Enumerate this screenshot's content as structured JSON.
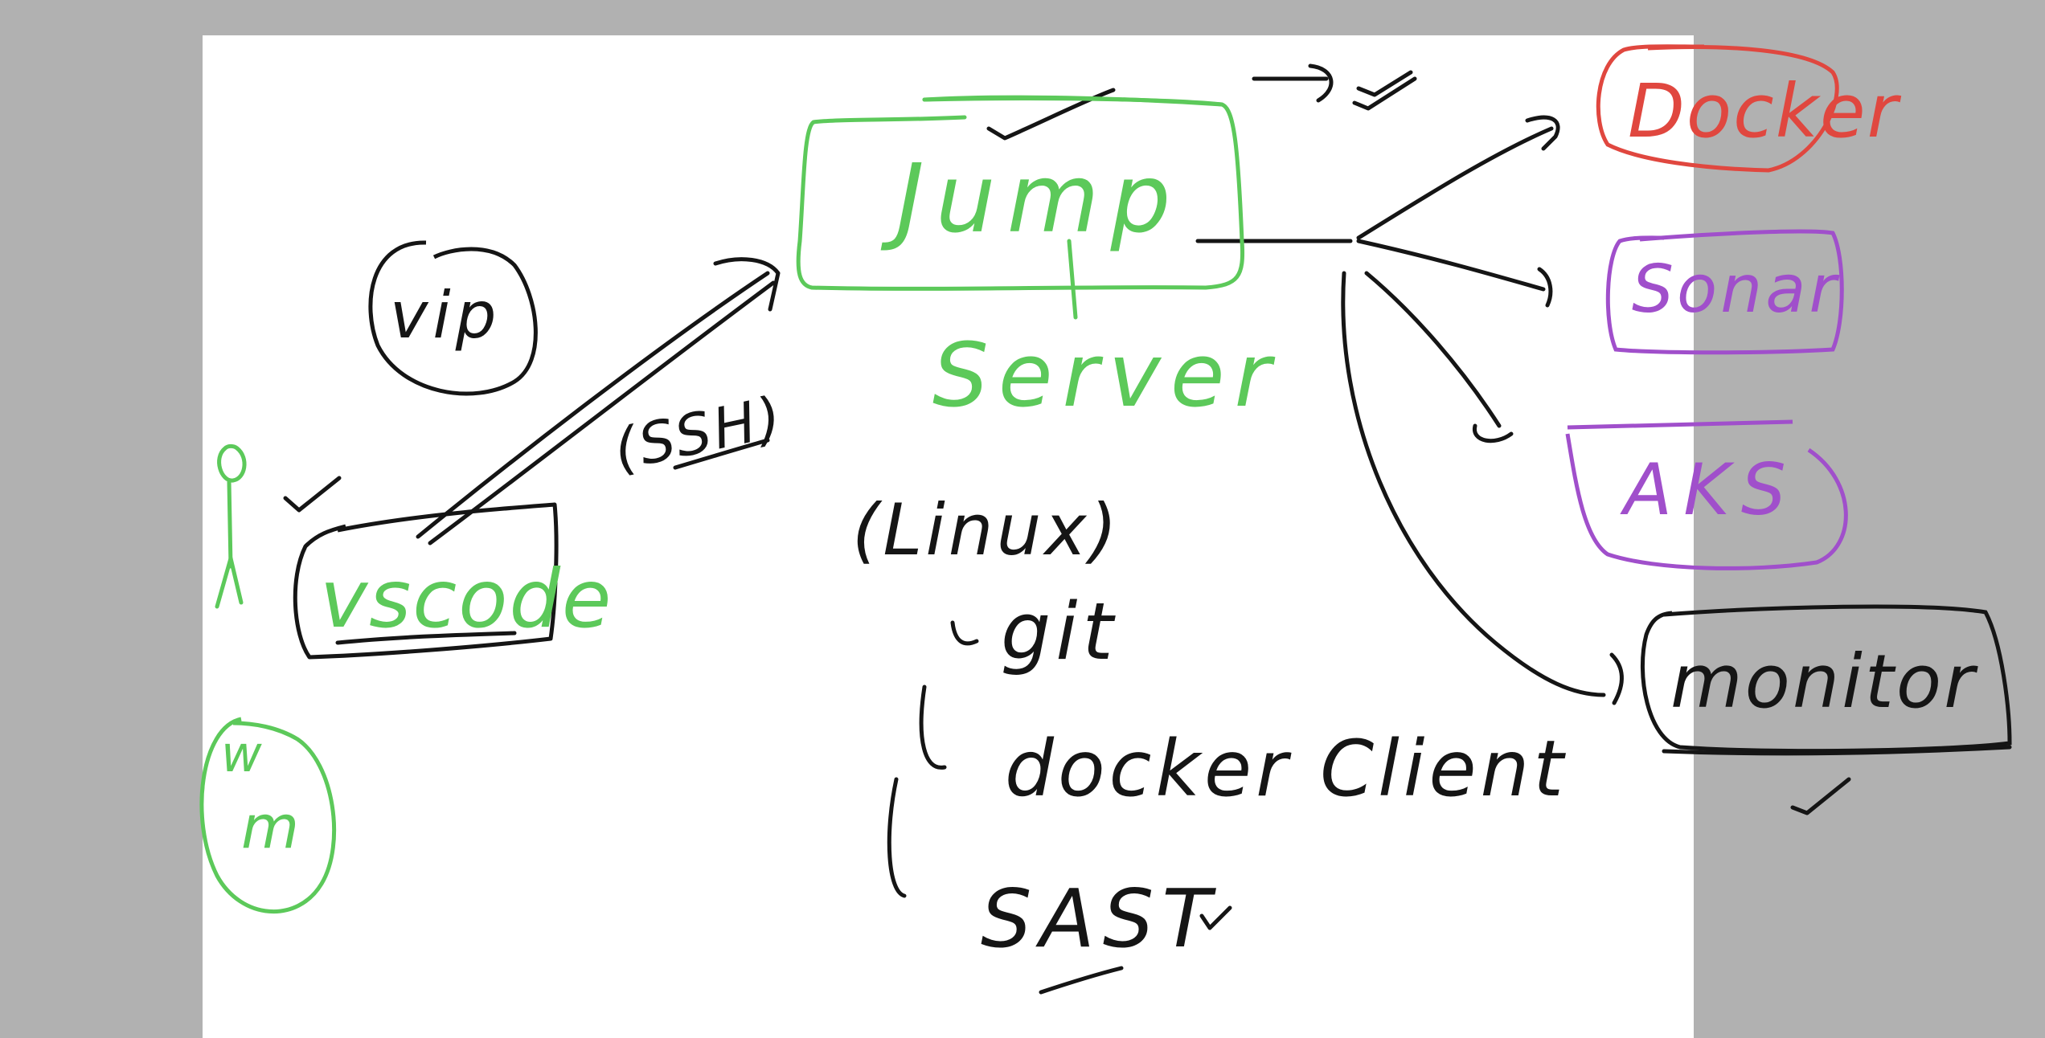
{
  "canvas": {
    "background": "#b1b1b1",
    "page_color": "#ffffff"
  },
  "colors": {
    "ink": "#151515",
    "green": "#5cc95a",
    "red": "#e0473f",
    "purple": "#a04fcb"
  },
  "nodes": {
    "jump_box": "Jump",
    "jump_server": "Server",
    "vscode": "vscode",
    "vip": "vip",
    "ssh": "(SSH)",
    "docker": "Docker",
    "sonar": "Sonar",
    "aks": "AKS",
    "monitor": "monitor",
    "wm_w": "w",
    "wm_m": "m"
  },
  "linux_list": {
    "heading": "(Linux)",
    "items": [
      "git",
      "docker Client",
      "SAST"
    ]
  },
  "icons": [
    "stick-figure-icon",
    "checkmark-icon"
  ]
}
